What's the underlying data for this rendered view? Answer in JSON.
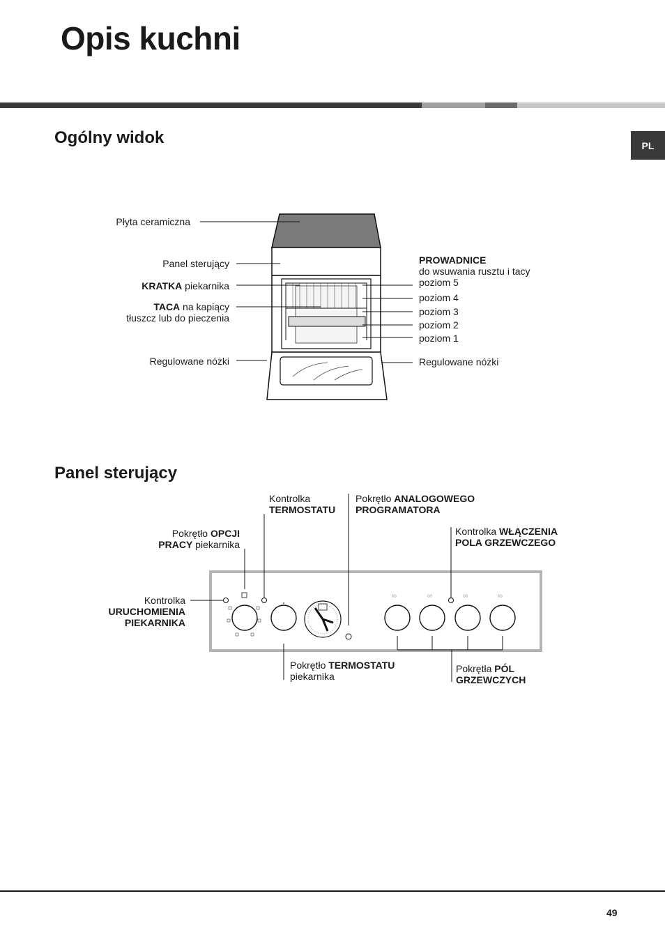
{
  "page": {
    "title": "Opis kuchni",
    "lang_tab": "PL",
    "page_number": "49"
  },
  "overview": {
    "heading": "Ogólny widok",
    "left_labels": {
      "ceramic": "Płyta ceramiczna",
      "panel": "Panel sterujący",
      "grid_bold": "KRATKA",
      "grid_rest": " piekarnika",
      "tray_bold": "TACA",
      "tray_rest": " na kapiący",
      "tray_line2": "tłuszcz lub do pieczenia",
      "feet": "Regulowane nóżki"
    },
    "right_labels": {
      "guides_bold": "PROWADNICE",
      "guides_sub": "do wsuwania rusztu i tacy",
      "levels": [
        "poziom 5",
        "poziom 4",
        "poziom 3",
        "poziom 2",
        "poziom 1"
      ],
      "feet": "Regulowane nóżki"
    }
  },
  "control": {
    "heading": "Panel sterujący",
    "labels": {
      "thermo_lamp_1": "Kontrolka",
      "thermo_lamp_2": "TERMOSTATU",
      "prog_1": "Pokrętło ",
      "prog_1b": "ANALOGOWEGO",
      "prog_2": "PROGRAMATORA",
      "opt_1": "Pokrętło ",
      "opt_1b": "OPCJI",
      "opt_2b": "PRACY",
      "opt_2": " piekarnika",
      "hob_lamp_1": "Kontrolka ",
      "hob_lamp_1b": "WŁĄCZENIA",
      "hob_lamp_2": "POLA GRZEWCZEGO",
      "oven_lamp_1": "Kontrolka",
      "oven_lamp_2": "URUCHOMIENIA",
      "oven_lamp_3": "PIEKARNIKA",
      "thermo_knob_1": "Pokrętło ",
      "thermo_knob_1b": "TERMOSTATU",
      "thermo_knob_2": "piekarnika",
      "hob_knobs_1": "Pokrętła ",
      "hob_knobs_1b": "PÓL",
      "hob_knobs_2": "GRZEWCZYCH"
    }
  },
  "colors": {
    "dark_bar": "#3a3a3a",
    "mid_bar": "#9a9a9a",
    "light_bar": "#c8c8c8",
    "panel_border": "#b4b4b4",
    "hob_gray": "#7a7a7a"
  }
}
